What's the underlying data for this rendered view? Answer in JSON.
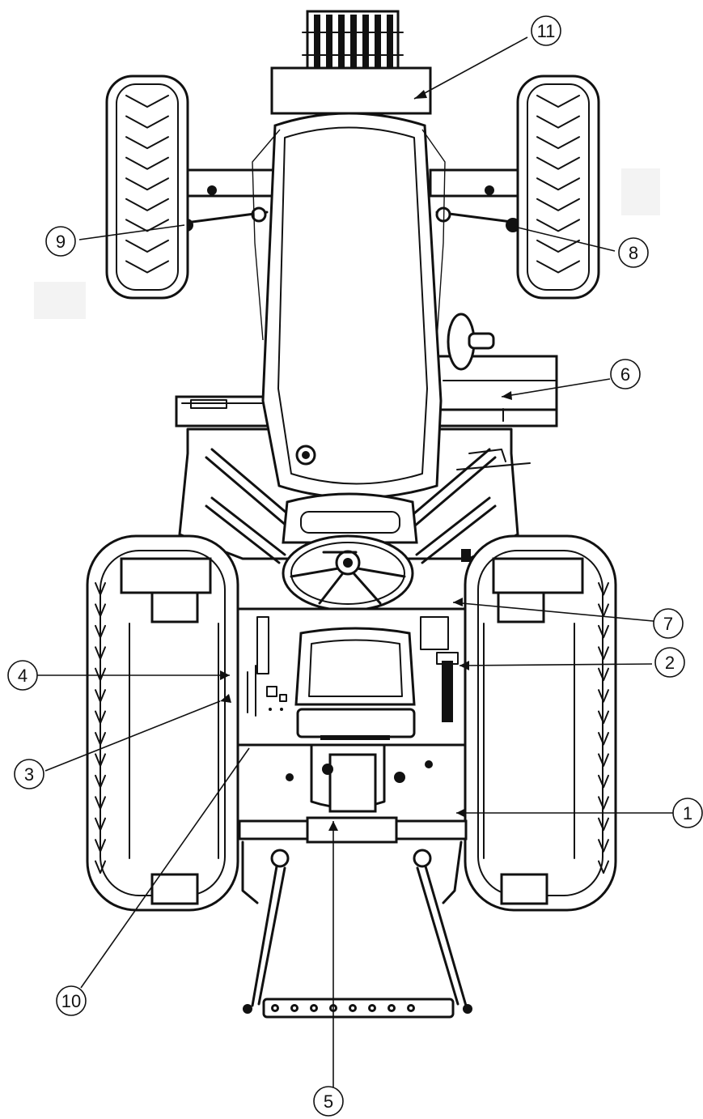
{
  "callouts": [
    {
      "id": "callout-1",
      "label": "1"
    },
    {
      "id": "callout-2",
      "label": "2"
    },
    {
      "id": "callout-3",
      "label": "3"
    },
    {
      "id": "callout-4",
      "label": "4"
    },
    {
      "id": "callout-5",
      "label": "5"
    },
    {
      "id": "callout-6",
      "label": "6"
    },
    {
      "id": "callout-7",
      "label": "7"
    },
    {
      "id": "callout-8",
      "label": "8"
    },
    {
      "id": "callout-9",
      "label": "9"
    },
    {
      "id": "callout-10",
      "label": "10"
    },
    {
      "id": "callout-11",
      "label": "11"
    }
  ],
  "colors": {
    "line": "#111111",
    "background": "#ffffff"
  }
}
